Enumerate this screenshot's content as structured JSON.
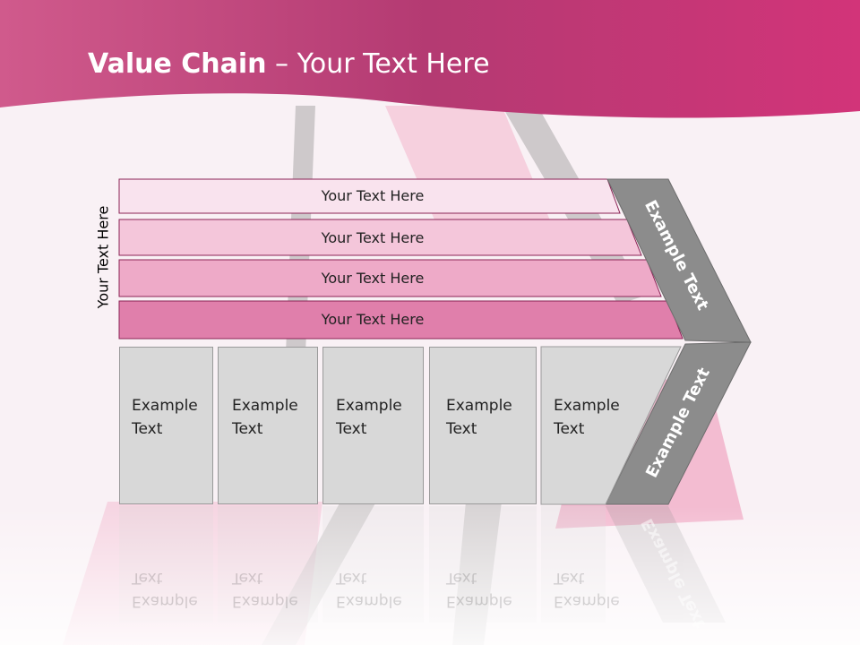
{
  "slide": {
    "title_bold": "Value Chain",
    "title_rest": " – Your Text Here",
    "side_label": "Your Text Here",
    "bars": [
      {
        "label": "Your Text Here",
        "color": "#f9e3ee"
      },
      {
        "label": "Your Text Here",
        "color": "#f4c6da"
      },
      {
        "label": "Your Text Here",
        "color": "#eeaac8"
      },
      {
        "label": "Your Text Here",
        "color": "#e07fab"
      }
    ],
    "boxes": [
      {
        "line1": "Example",
        "line2": "Text"
      },
      {
        "line1": "Example",
        "line2": "Text"
      },
      {
        "line1": "Example",
        "line2": "Text"
      },
      {
        "line1": "Example",
        "line2": "Text"
      },
      {
        "line1": "Example",
        "line2": "Text"
      }
    ],
    "arrow_upper_label": "Example Text",
    "arrow_lower_label": "Example Text",
    "colors": {
      "header_pink": "#c5296e",
      "arrow_gray": "#8c8c8c",
      "box_gray": "#d8d8d8"
    }
  }
}
